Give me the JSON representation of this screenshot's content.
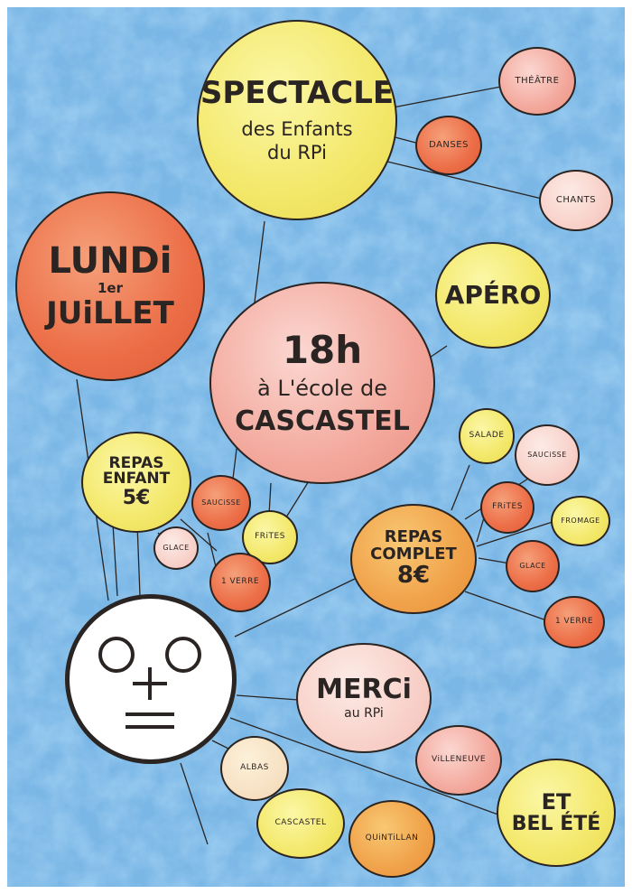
{
  "spectacle": {
    "title": "SPECTACLE",
    "line1": "des Enfants",
    "line2": "du RPi"
  },
  "date": {
    "line1": "LUNDi",
    "line2": "1er",
    "line3": "JUiLLET"
  },
  "time": {
    "line1": "18h",
    "line2": "à L'école de",
    "line3": "CASCASTEL"
  },
  "apero": "APÉRO",
  "activities": {
    "theatre": "THÉÂTRE",
    "danses": "DANSES",
    "chants": "CHANTS"
  },
  "repas_enfant": {
    "line1": "REPAS",
    "line2": "ENFANT",
    "line3": "5€"
  },
  "repas_enfant_items": {
    "saucisse": "SAUCiSSE",
    "frites": "FRiTES",
    "glace": "GLACE",
    "verre": "1 VERRE"
  },
  "repas_complet": {
    "line1": "REPAS",
    "line2": "COMPLET",
    "line3": "8€"
  },
  "repas_complet_items": {
    "salade": "SALADE",
    "saucisse": "SAUCiSSE",
    "frites": "FRiTES",
    "fromage": "FROMAGE",
    "glace": "GLACE",
    "verre": "1 VERRE"
  },
  "merci": {
    "line1": "MERCi",
    "line2": "au RPi"
  },
  "villages": {
    "villeneuve": "ViLLENEUVE",
    "albas": "ALBAS",
    "cascastel": "CASCASTEL",
    "quintillan": "QUiNTiLLAN"
  },
  "bel_ete": {
    "line1": "ET",
    "line2": "BEL ÉTÉ"
  },
  "colors": {
    "background": "#4e9ad6",
    "yellow": "#f3e86a",
    "red": "#ec6e47",
    "pink": "#f3a89c",
    "orange": "#f0a24a"
  }
}
